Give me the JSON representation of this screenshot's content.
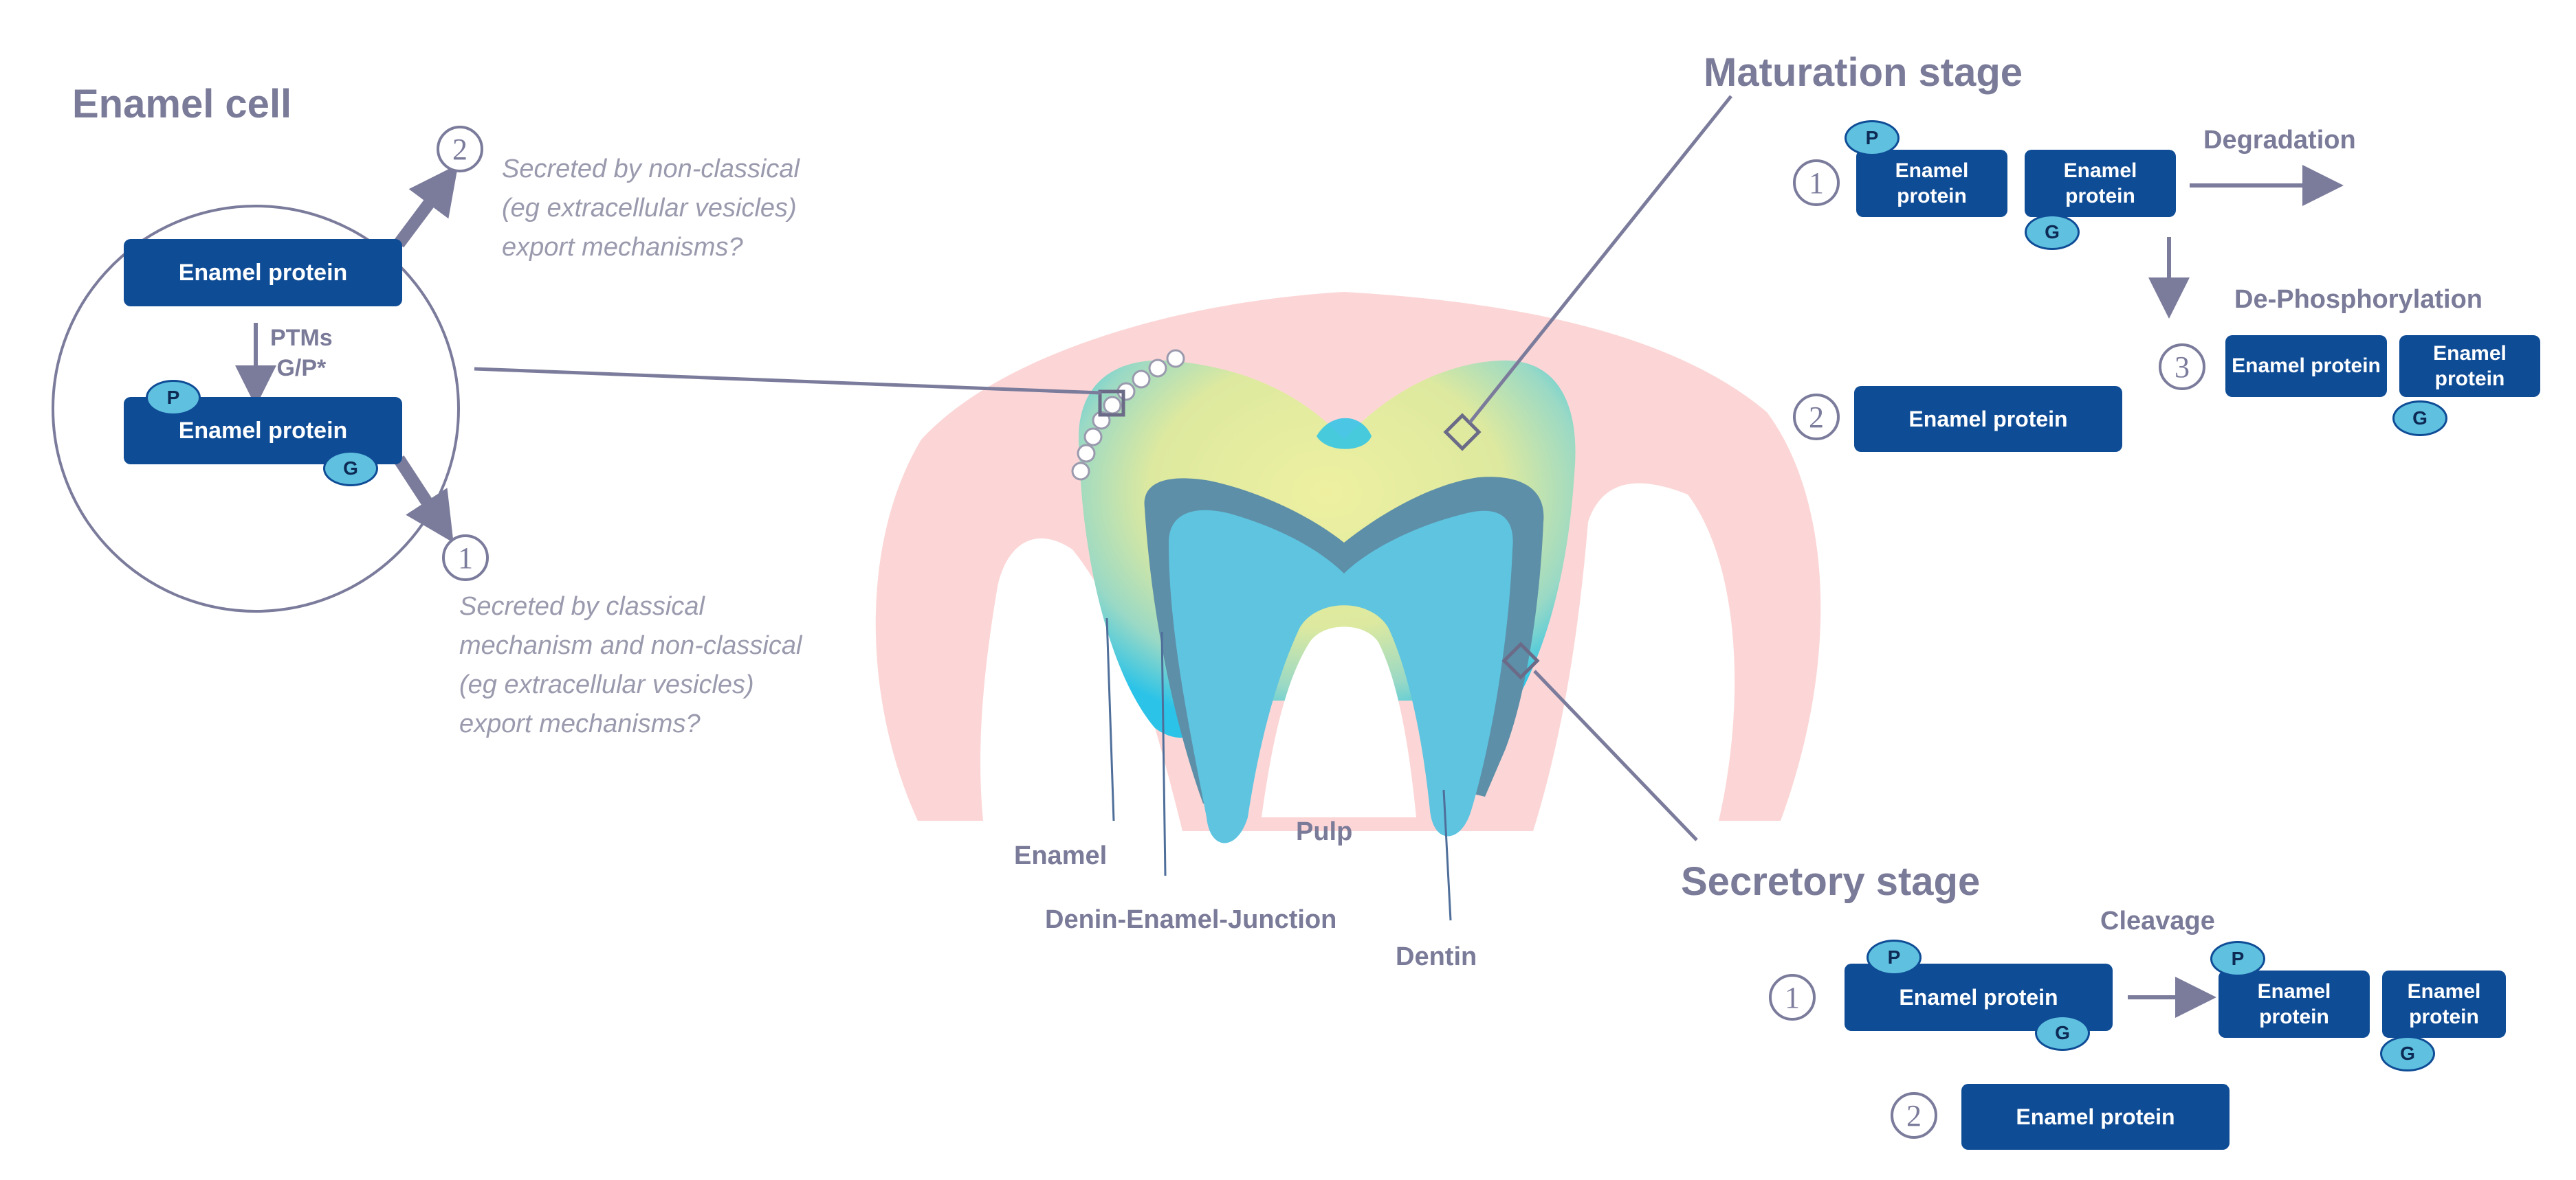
{
  "enamel_cell": {
    "title": "Enamel cell",
    "box_top": "Enamel protein",
    "box_bottom": "Enamel protein",
    "ptm_line1": "PTMs",
    "ptm_line2": "G/P*",
    "badge_p": "P",
    "badge_g": "G",
    "route2_number": "2",
    "route2_note": [
      "Secreted by non-classical",
      "(eg extracellular vesicles)",
      "export mechanisms?"
    ],
    "route1_number": "1",
    "route1_note": [
      "Secreted by classical",
      "mechanism and non-classical",
      "(eg extracellular vesicles)",
      "export mechanisms?"
    ]
  },
  "tooth": {
    "labels": {
      "enamel": "Enamel",
      "pulp": "Pulp",
      "dej": "Denin-Enamel-Junction",
      "dentin": "Dentin"
    },
    "colors": {
      "tissue": "#fcd6d6",
      "enamel_outer": "#29c2e6",
      "enamel_inner": "#e9eda0",
      "dej": "#5d8fa8",
      "dentin": "#5ec4e0"
    }
  },
  "maturation": {
    "title": "Maturation stage",
    "row1_number": "1",
    "box_a": "Enamel protein",
    "box_b": "Enamel protein",
    "badge_p": "P",
    "badge_g": "G",
    "degradation": "Degradation",
    "row2_number": "2",
    "box_c": "Enamel protein",
    "dephos": "De-Phosphorylation",
    "row3_number": "3",
    "box_d": "Enamel protein",
    "box_e": "Enamel protein",
    "badge_g2": "G"
  },
  "secretory": {
    "title": "Secretory stage",
    "cleavage": "Cleavage",
    "row1_number": "1",
    "box_a": "Enamel protein",
    "badge_p": "P",
    "badge_g": "G",
    "box_b": "Enamel protein",
    "badge_p2": "P",
    "box_c": "Enamel protein",
    "badge_g2": "G",
    "row2_number": "2",
    "box_d": "Enamel protein"
  },
  "palette": {
    "box": "#0f4c96",
    "badge": "#5fc0df",
    "gray": "#7a7a99"
  }
}
